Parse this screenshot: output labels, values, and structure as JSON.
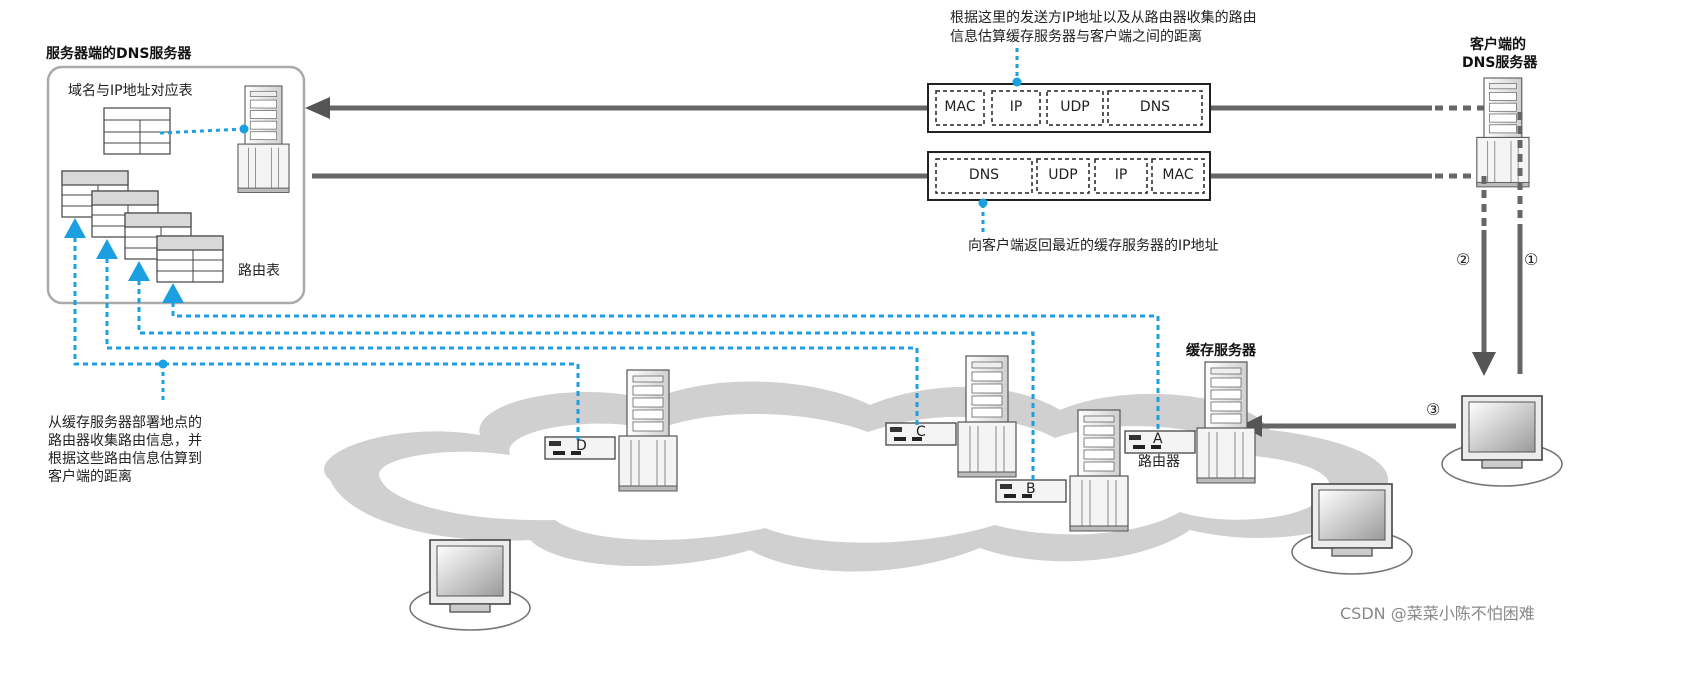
{
  "server_dns": {
    "title": "服务器端的DNS服务器",
    "table_label": "域名与IP地址对应表",
    "routing_label": "路由表"
  },
  "client_dns": {
    "title_line1": "客户端的",
    "title_line2": "DNS服务器"
  },
  "cache_server": {
    "title": "缓存服务器",
    "router_label": "路由器"
  },
  "note_top": {
    "line1": "根据这里的发送方IP地址以及从路由器收集的路由",
    "line2": "信息估算缓存服务器与客户端之间的距离"
  },
  "note_bottom": "向客户端返回最近的缓存服务器的IP地址",
  "note_left": {
    "line1": "从缓存服务器部署地点的",
    "line2": "路由器收集路由信息，并",
    "line3": "根据这些路由信息估算到",
    "line4": "客户端的距离"
  },
  "packet_request": [
    "MAC",
    "IP",
    "UDP",
    "DNS"
  ],
  "packet_response": [
    "DNS",
    "UDP",
    "IP",
    "MAC"
  ],
  "routers": {
    "a": "A",
    "b": "B",
    "c": "C",
    "d": "D"
  },
  "steps": {
    "s1": "①",
    "s2": "②",
    "s3": "③"
  },
  "watermark": "CSDN @菜菜小陈不怕困难",
  "colors": {
    "accent": "#1aa0e0",
    "arrow": "#555555",
    "cloud": "#d0d0d0"
  }
}
